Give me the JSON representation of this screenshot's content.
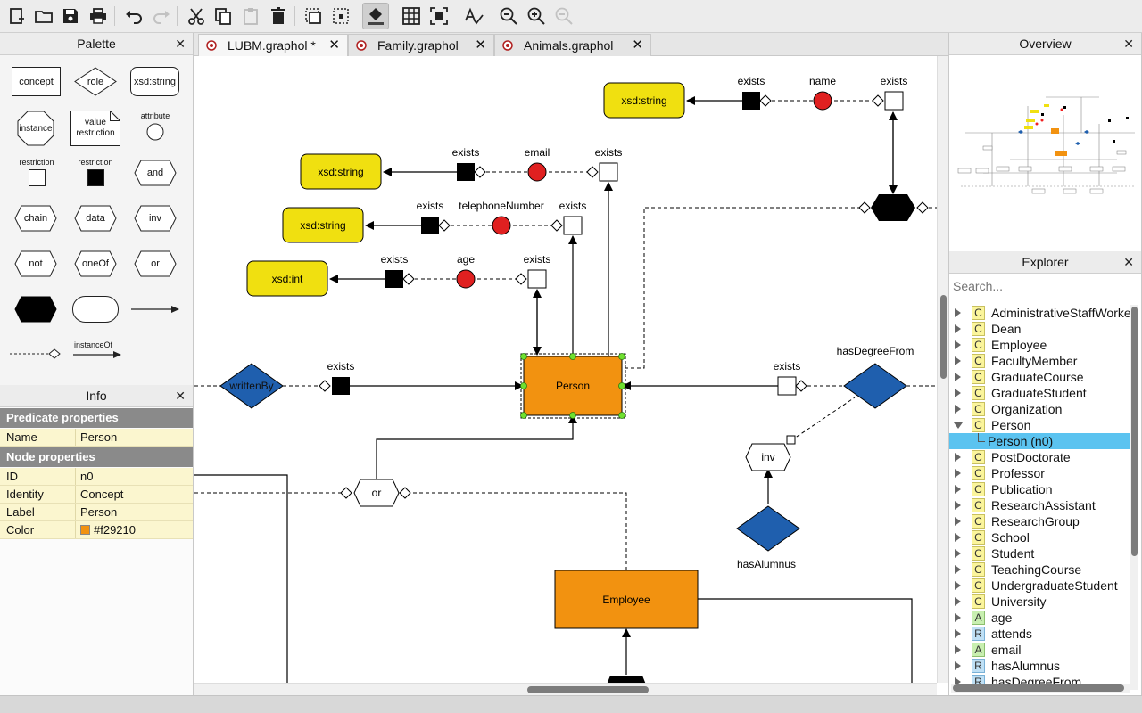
{
  "toolbar": {
    "buttons": [
      "new-file",
      "open",
      "save",
      "print",
      "undo",
      "redo",
      "cut",
      "copy",
      "paste",
      "delete",
      "select-all",
      "deselect",
      "fill-color",
      "snap-grid",
      "center",
      "syntax-check",
      "zoom-out",
      "zoom-in",
      "zoom-reset"
    ]
  },
  "palette": {
    "title": "Palette",
    "close": "✕",
    "items": {
      "concept": "concept",
      "role": "role",
      "xsd_string": "xsd:string",
      "instance": "instance",
      "value_restriction": "value restriction",
      "attribute": "attribute",
      "restriction_white": "restriction",
      "restriction_black": "restriction",
      "and": "and",
      "chain": "chain",
      "data": "data",
      "inv": "inv",
      "not": "not",
      "oneOf": "oneOf",
      "or": "or",
      "instanceOf": "instanceOf"
    }
  },
  "info": {
    "title": "Info",
    "close": "✕",
    "predicate_header": "Predicate properties",
    "node_header": "Node properties",
    "predicate_rows": [
      {
        "key": "Name",
        "value": "Person"
      }
    ],
    "node_rows": [
      {
        "key": "ID",
        "value": "n0"
      },
      {
        "key": "Identity",
        "value": "Concept"
      },
      {
        "key": "Label",
        "value": "Person"
      },
      {
        "key": "Color",
        "value": "#f29210"
      }
    ],
    "color_swatch": "#f29210"
  },
  "tabs": [
    {
      "label": "LUBM.graphol *",
      "close": "✕",
      "active": true
    },
    {
      "label": "Family.graphol",
      "close": "✕",
      "active": false
    },
    {
      "label": "Animals.graphol",
      "close": "✕",
      "active": false
    }
  ],
  "diagram": {
    "labels": {
      "xsd_string_1": "xsd:string",
      "xsd_string_2": "xsd:string",
      "xsd_string_3": "xsd:string",
      "xsd_int": "xsd:int",
      "name": "name",
      "email": "email",
      "telephoneNumber": "telephoneNumber",
      "age": "age",
      "exists_1": "exists",
      "exists_2": "exists",
      "exists_3": "exists",
      "exists_4": "exists",
      "exists_5": "exists",
      "exists_6": "exists",
      "exists_7": "exists",
      "exists_8": "exists",
      "exists_9": "exists",
      "exists_10": "exists",
      "person": "Person",
      "employee": "Employee",
      "writtenBy": "writtenBy",
      "hasDegreeFrom": "hasDegreeFrom",
      "hasAlumnus": "hasAlumnus",
      "inv": "inv",
      "or": "or"
    },
    "colors": {
      "concept_selected": "#f29210",
      "value_domain": "#f0e010",
      "role": "#1f5fae",
      "attribute": "#e02020"
    }
  },
  "overview": {
    "title": "Overview",
    "close": "✕"
  },
  "explorer": {
    "title": "Explorer",
    "close": "✕",
    "search_placeholder": "Search...",
    "items": [
      {
        "type": "C",
        "label": "AdministrativeStaffWorker"
      },
      {
        "type": "C",
        "label": "Dean"
      },
      {
        "type": "C",
        "label": "Employee"
      },
      {
        "type": "C",
        "label": "FacultyMember"
      },
      {
        "type": "C",
        "label": "GraduateCourse"
      },
      {
        "type": "C",
        "label": "GraduateStudent"
      },
      {
        "type": "C",
        "label": "Organization"
      },
      {
        "type": "C",
        "label": "Person",
        "open": true
      },
      {
        "type": "",
        "label": "Person (n0)",
        "child": true
      },
      {
        "type": "C",
        "label": "PostDoctorate"
      },
      {
        "type": "C",
        "label": "Professor"
      },
      {
        "type": "C",
        "label": "Publication"
      },
      {
        "type": "C",
        "label": "ResearchAssistant"
      },
      {
        "type": "C",
        "label": "ResearchGroup"
      },
      {
        "type": "C",
        "label": "School"
      },
      {
        "type": "C",
        "label": "Student"
      },
      {
        "type": "C",
        "label": "TeachingCourse"
      },
      {
        "type": "C",
        "label": "UndergraduateStudent"
      },
      {
        "type": "C",
        "label": "University"
      },
      {
        "type": "A",
        "label": "age"
      },
      {
        "type": "R",
        "label": "attends"
      },
      {
        "type": "A",
        "label": "email"
      },
      {
        "type": "R",
        "label": "hasAlumnus"
      },
      {
        "type": "R",
        "label": "hasDegreeFrom"
      }
    ]
  }
}
